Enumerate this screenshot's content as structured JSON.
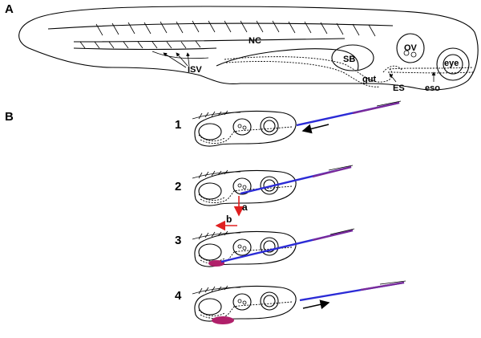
{
  "panels": {
    "a_label": "A",
    "b_label": "B"
  },
  "anatomy_labels": {
    "nc": "NC",
    "isv": "ISV",
    "sb": "SB",
    "ov": "OV",
    "eye": "eye",
    "gut": "gut",
    "es": "ES",
    "eso": "eso"
  },
  "steps": [
    "1",
    "2",
    "3",
    "4"
  ],
  "directions": {
    "a": "a",
    "b": "b"
  },
  "colors": {
    "needle_blue": "#2b2bd6",
    "needle_purple": "#7a2a9a",
    "red_arrow": "#e02020",
    "injected_bolus": "#b0206a"
  }
}
